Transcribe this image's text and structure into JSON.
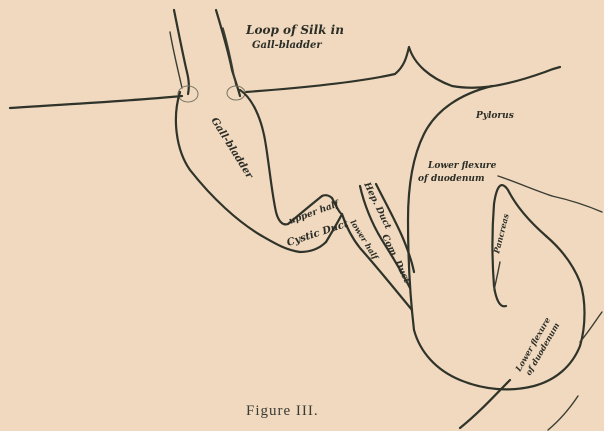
{
  "diagram": {
    "caption": "Figure III.",
    "labels": {
      "loop_of_silk_line1": "Loop of Silk in",
      "loop_of_silk_line2": "Gall-bladder",
      "gall_bladder": "Gall-bladder",
      "pylorus": "Pylorus",
      "lower_flexure_upper_line1": "Lower flexure",
      "lower_flexure_upper_line2": "of duodenum",
      "upper_half": "upper half",
      "cystic_duct": "Cystic Duct",
      "hep_duct": "Hep. Duct",
      "lower_half": "lower half",
      "com_duct": "Com. Duct",
      "pancreas": "Pancreas",
      "lower_flexure_lower_line1": "Lower flexure",
      "lower_flexure_lower_line2": "of duodenum"
    }
  }
}
